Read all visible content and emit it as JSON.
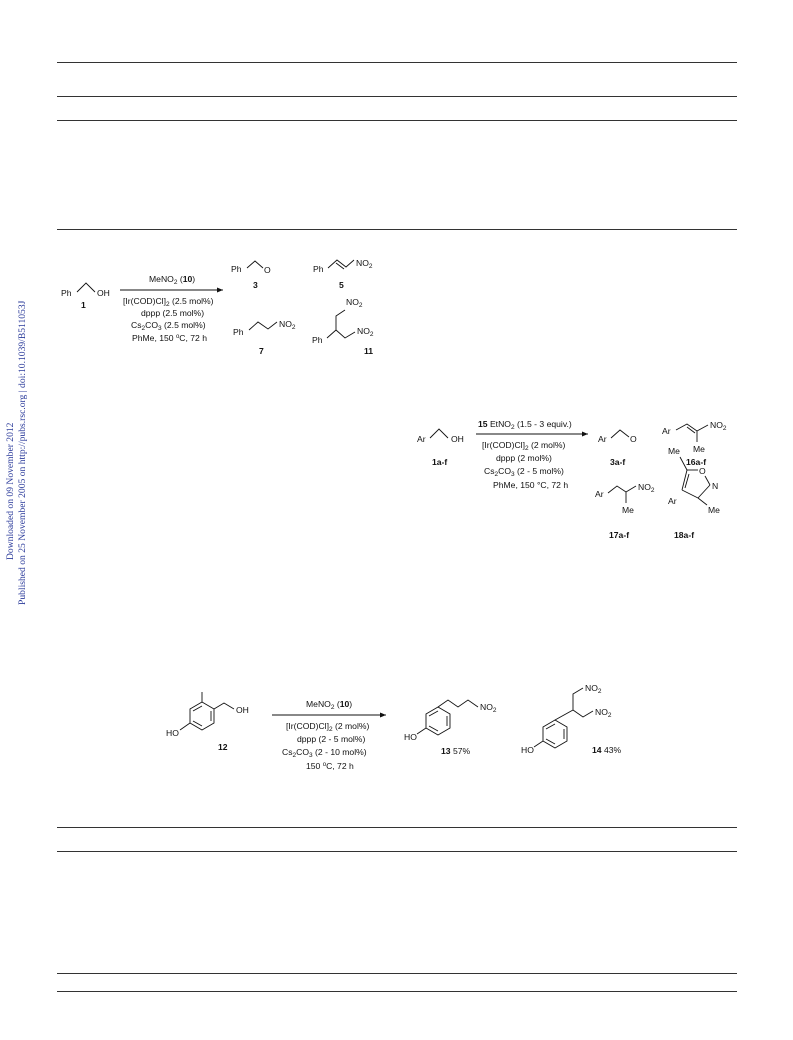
{
  "watermark": {
    "line1": "Downloaded on 09 November 2012",
    "line2": "Published on 25 November 2005 on http://pubs.rsc.org | doi:10.1039/B511053J"
  },
  "scheme1": {
    "reactant": {
      "ph": "Ph",
      "oh": "OH",
      "number": "1"
    },
    "conditions": [
      "MeNO₂ (10)",
      "[Ir(COD)Cl]₂ (2.5 mol%)",
      "dppp (2.5 mol%)",
      "Cs₂CO₃ (2.5 mol%)",
      "PhMe, 150 °C, 72 h"
    ],
    "reagent_prefix": "MeNO",
    "reagent_sub": "2",
    "reagent_mid": " (",
    "reagent_num": "10",
    "reagent_end": ")",
    "cat_main": "[Ir(COD)Cl]",
    "cat_sub": "2",
    "cat_end": " (2.5 mol%)",
    "ligand": "dppp (2.5 mol%)",
    "base_main": "Cs",
    "base_sub1": "2",
    "base_mid": "CO",
    "base_sub2": "3",
    "base_end": " (2.5 mol%)",
    "solvent_a": "PhMe, 150 ",
    "solvent_deg": "o",
    "solvent_b": "C, 72 h",
    "products": {
      "p3": {
        "ph": "Ph",
        "o": "O",
        "number": "3"
      },
      "p5": {
        "ph": "Ph",
        "no2": "NO",
        "no2_sub": "2",
        "number": "5"
      },
      "p7": {
        "ph": "Ph",
        "no2": "NO",
        "no2_sub": "2",
        "number": "7"
      },
      "p11": {
        "ph": "Ph",
        "no2a": "NO",
        "no2a_sub": "2",
        "no2b": "NO",
        "no2b_sub": "2",
        "number": "11"
      }
    }
  },
  "scheme2": {
    "reactant": {
      "ar": "Ar",
      "oh": "OH",
      "number": "1a-f"
    },
    "reagent_num": "15",
    "reagent_main": " EtNO",
    "reagent_sub": "2",
    "reagent_end": "  (1.5 - 3 equiv.)",
    "cat_main": "[Ir(COD)Cl]",
    "cat_sub": "2",
    "cat_end": " (2 mol%)",
    "ligand": "dppp (2 mol%)",
    "base_main": "Cs",
    "base_sub1": "2",
    "base_mid": "CO",
    "base_sub2": "3",
    "base_end": " (2 - 5 mol%)",
    "solvent": "PhMe, 150 °C, 72 h",
    "products": {
      "p3": {
        "ar": "Ar",
        "o": "O",
        "number": "3a-f"
      },
      "p16": {
        "ar": "Ar",
        "no2": "NO",
        "no2_sub": "2",
        "me": "Me",
        "number": "16a-f"
      },
      "p17": {
        "ar": "Ar",
        "no2": "NO",
        "no2_sub": "2",
        "me": "Me",
        "number": "17a-f"
      },
      "p18": {
        "me1": "Me",
        "o": "O",
        "n": "N",
        "ar": "Ar",
        "me2": "Me",
        "number": "18a-f"
      }
    }
  },
  "scheme3": {
    "reactant": {
      "ho": "HO",
      "oh": "OH",
      "number": "12"
    },
    "reagent_main": "MeNO",
    "reagent_sub": "2",
    "reagent_mid": " (",
    "reagent_num": "10",
    "reagent_end": ")",
    "cat_main": "[Ir(COD)Cl]",
    "cat_sub": "2",
    "cat_end": " (2 mol%)",
    "ligand": "dppp (2 - 5 mol%)",
    "base_main": "Cs",
    "base_sub1": "2",
    "base_mid": "CO",
    "base_sub2": "3",
    "base_end": " (2 - 10 mol%)",
    "cond_a": "150 ",
    "cond_deg": "o",
    "cond_b": "C, 72 h",
    "products": {
      "p13": {
        "ho": "HO",
        "no2": "NO",
        "no2_sub": "2",
        "number": "13",
        "yield": " 57%"
      },
      "p14": {
        "ho": "HO",
        "no2a": "NO",
        "no2a_sub": "2",
        "no2b": "NO",
        "no2b_sub": "2",
        "number": "14",
        "yield": " 43%"
      }
    }
  }
}
